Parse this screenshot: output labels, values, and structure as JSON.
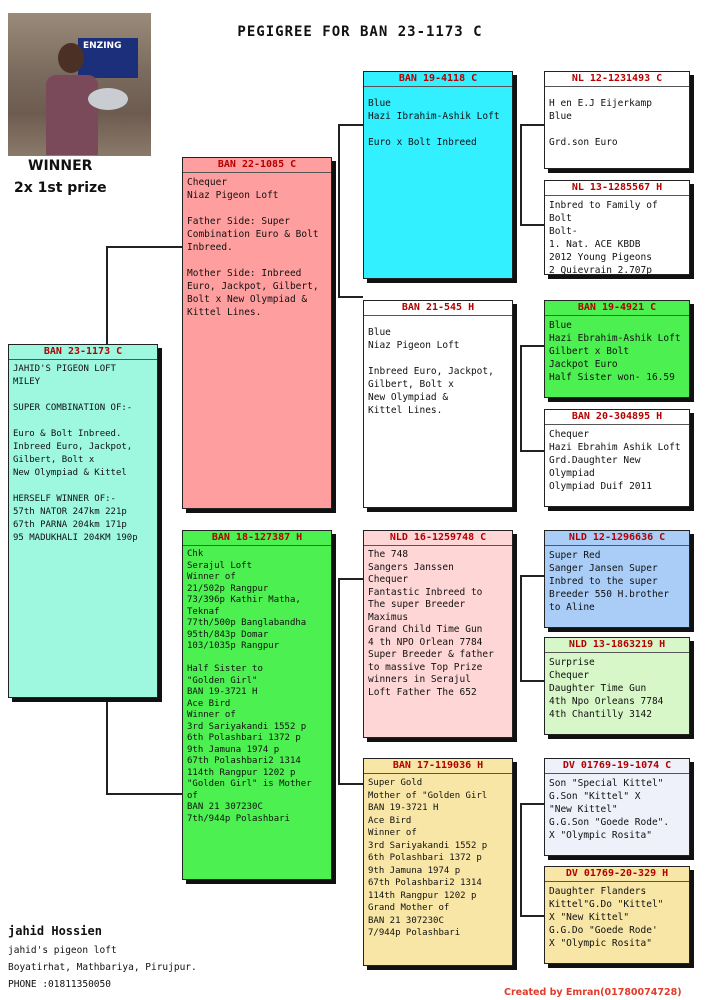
{
  "title": "PEGIGREE FOR BAN 23-1173 C",
  "photo": {
    "banner_text": "ENZING"
  },
  "winner": {
    "line1": "WINNER",
    "line2": "2x 1st prize"
  },
  "colors": {
    "cyan": "#32f0ff",
    "pink": "#ff9e9e",
    "green": "#4cf050",
    "mint": "#9ef7df",
    "white": "#ffffff",
    "peach": "#ffd6d6",
    "yellow": "#f7e6a6",
    "blue": "#a9cdf7",
    "lightgreen": "#d8f7c8",
    "lavender": "#eef0fa"
  },
  "cards": {
    "subject": {
      "head": "BAN 23-1173 C",
      "body": "JAHID'S PIGEON LOFT\nMILEY\n\nSUPER COMBINATION OF:-\n\nEuro & Bolt Inbreed.\nInbreed Euro, Jackpot,\n Gilbert, Bolt x\nNew Olympiad & Kittel\n\nHERSELF WINNER OF:-\n57th NATOR 247km 221p\n67th PARNA 204km 171p\n95 MADUKHALI 204KM 190p"
    },
    "sire": {
      "head": "BAN 22-1085 C",
      "body": "Chequer\nNiaz Pigeon Loft\n\nFather Side: Super\nCombination Euro & Bolt\nInbreed.\n\nMother Side: Inbreed\nEuro, Jackpot, Gilbert,\nBolt x New Olympiad &\nKittel Lines."
    },
    "dam": {
      "head": "BAN 18-127387 H",
      "body": "Chk\nSerajul Loft\nWinner of\n21/502p Rangpur\n73/396p Kathir Matha,\nTeknaf\n77th/500p Banglabandha\n95th/843p Domar\n103/1035p Rangpur\n\nHalf Sister to\n\"Golden Girl\"\nBAN 19-3721 H\nAce Bird\nWinner of\n3rd Sariyakandi 1552 p\n6th Polashbari 1372 p\n9th Jamuna 1974 p\n67th Polashbari2 1314\n114th Rangpur 1202 p\n\"Golden Girl\" is Mother\nof\nBAN 21 307230C\n7th/944p Polashbari"
    },
    "ss": {
      "head": "BAN 19-4118 C",
      "body": "Blue\nHazi Ibrahim-Ashik Loft\n\nEuro x Bolt Inbreed"
    },
    "sd": {
      "head": "BAN 21-545 H",
      "body": "Blue\nNiaz Pigeon Loft\n\nInbreed Euro, Jackpot,\nGilbert, Bolt x\nNew Olympiad &\nKittel Lines."
    },
    "ds": {
      "head": "NLD 16-1259748 C",
      "body": "The 748\nSangers Janssen\nChequer\nFantastic Inbreed to\nThe super Breeder\nMaximus\nGrand Child Time Gun\n4 th NPO Orlean 7784\nSuper Breeder & father\nto massive Top Prize\n winners in Serajul\nLoft Father The 652"
    },
    "dd": {
      "head": "BAN 17-119036 H",
      "body": "Super Gold\nMother of \"Golden Girl\nBAN 19-3721 H\nAce Bird\nWinner of\n3rd Sariyakandi 1552 p\n6th Polashbari 1372 p\n9th Jamuna 1974 p\n67th Polashbari2 1314\n114th Rangpur 1202 p\nGrand Mother of\nBAN 21 307230C\n7/944p Polashbari"
    },
    "sss": {
      "head": "NL 12-1231493 C",
      "body": "H en E.J Eijerkamp\nBlue\n\nGrd.son Euro"
    },
    "ssd": {
      "head": "NL 13-1285567 H",
      "body": "Inbred to Family of Bolt\nBolt-\n1. Nat. ACE KBDB\n2012 Young Pigeons\n2  Quievrain 2.707p"
    },
    "sds": {
      "head": "BAN 19-4921 C",
      "body": "Blue\nHazi Ebrahim-Ashik Loft\nGilbert x Bolt\nJackpot Euro\nHalf Sister won- 16.59"
    },
    "sdd": {
      "head": "BAN 20-304895 H",
      "body": "Chequer\nHazi Ebrahim Ashik Loft\nGrd.Daughter New\nOlympiad\nOlympiad Duif 2011"
    },
    "dss": {
      "head": "NLD 12-1296636 C",
      "body": "Super Red\nSanger Jansen Super\nInbred to the super\nBreeder 550 H.brother\nto Aline"
    },
    "dsd": {
      "head": "NLD 13-1863219 H",
      "body": "Surprise\nChequer\nDaughter Time Gun\n4th Npo Orleans 7784\n4th Chantilly 3142"
    },
    "dds": {
      "head": "DV 01769-19-1074 C",
      "body": "Son \"Special Kittel\"\nG.Son \"Kittel\" X\n\"New Kittel\"\nG.G.Son \"Goede Rode\".\nX \"Olympic Rosita\""
    },
    "ddd": {
      "head": "DV 01769-20-329 H",
      "body": "Daughter Flanders\nKittel\"G.Do \"Kittel\"\nX \"New Kittel\"\nG.G.Do \"Goede Rode'\n X \"Olympic Rosita\""
    }
  },
  "footer": {
    "name": "jahid Hossien",
    "loft": "jahid's pigeon loft",
    "address": "Boyatirhat, Mathbariya, Pirujpur.",
    "phone": "PHONE :01811350050",
    "credit": "Created by Emran(01780074728)"
  }
}
